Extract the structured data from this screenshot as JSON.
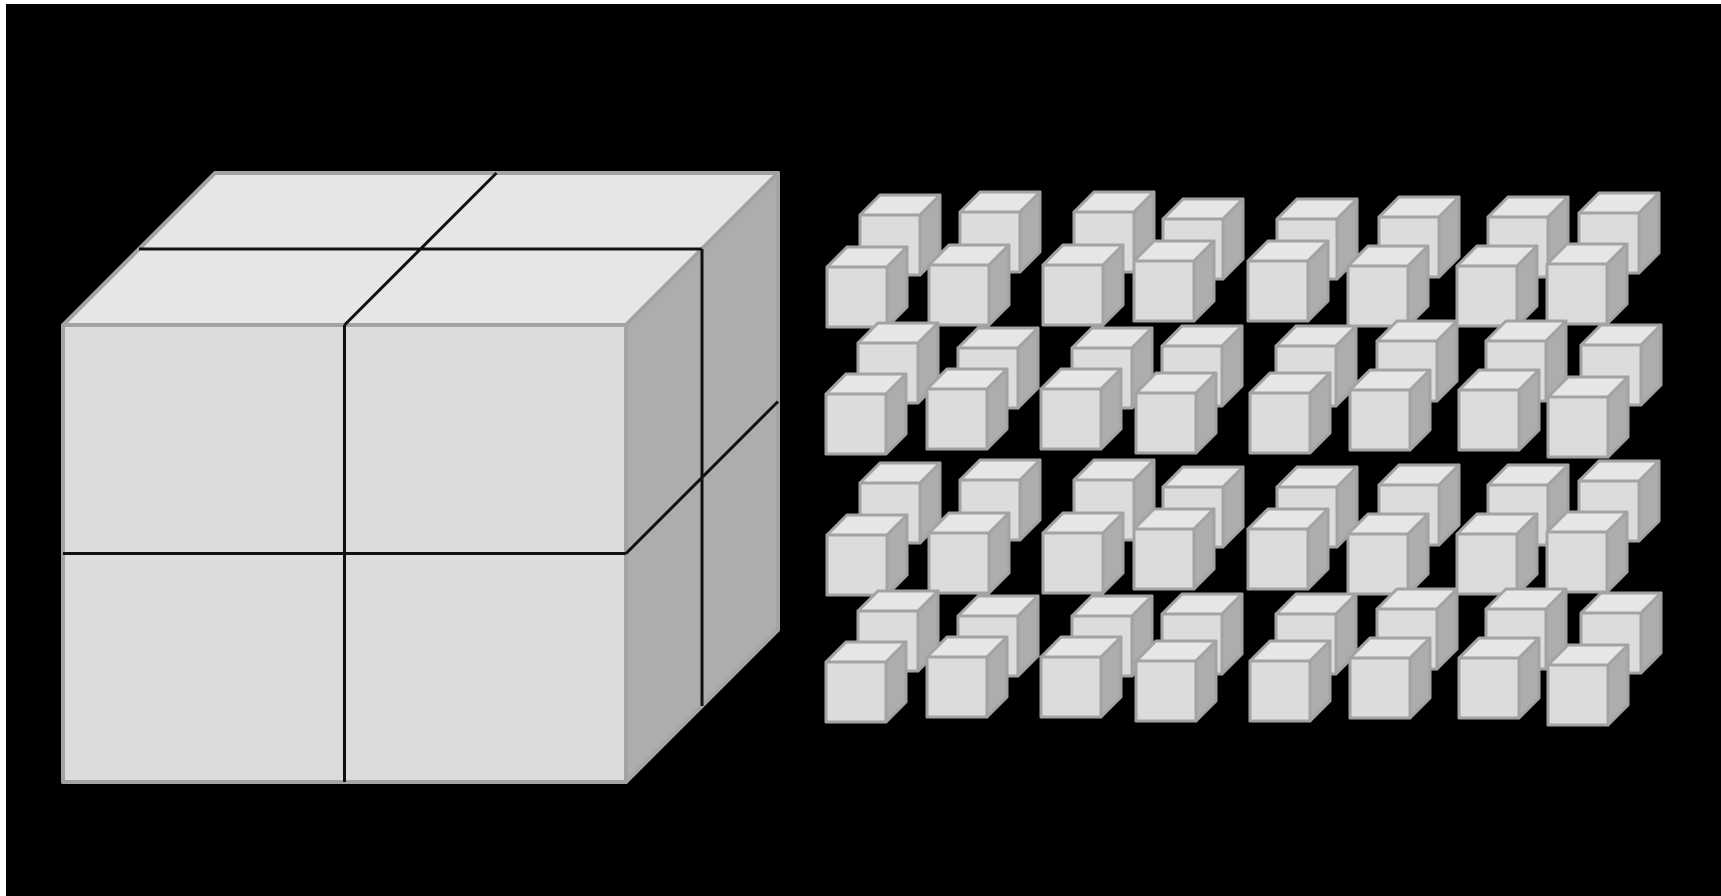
{
  "colors": {
    "background": "#000000",
    "frame": "#ffffff",
    "front_face": "#dcdcdc",
    "top_face": "#e6e6e6",
    "side_face": "#adadad",
    "outline": "#a3a3a3",
    "cut_line": "#111111"
  },
  "large_block": {
    "name": "large-cuboid",
    "cut_divisions": {
      "across": 2,
      "up": 2,
      "deep": 2
    },
    "piece_count": 8
  },
  "small_cubes": {
    "name": "small-cube-grid",
    "groups_across": 4,
    "groups_down": 4,
    "cubes_per_group": 4,
    "total": 64
  }
}
